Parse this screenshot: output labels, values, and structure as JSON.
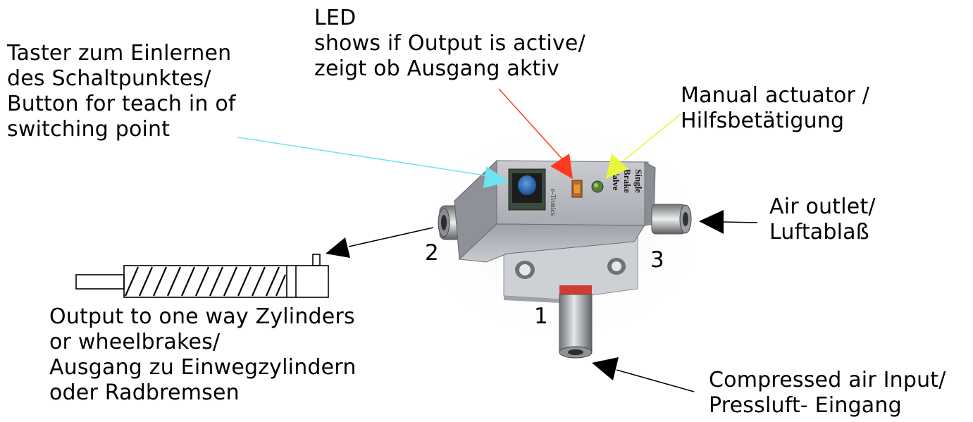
{
  "labels": {
    "button": [
      "Taster zum Einlernen",
      "des Schaltpunktes/",
      "Button for teach in of",
      "switching point"
    ],
    "led": [
      "LED",
      "shows if Output is active/",
      "zeigt ob Ausgang aktiv"
    ],
    "manual": [
      "Manual actuator /",
      "Hilfsbetätigung"
    ],
    "air_outlet": [
      "Air outlet/",
      "Luftablaß"
    ],
    "output": [
      "Output to one way Zylinders",
      "or wheelbrakes/",
      "Ausgang zu Einwegzylindern",
      "oder Radbremsen"
    ],
    "compressed": [
      "Compressed air Input/",
      "Pressluft- Eingang"
    ]
  },
  "port_numbers": {
    "port1": "1",
    "port2": "2",
    "port3": "3"
  },
  "device_print": [
    "Single",
    "Brake",
    "Valve"
  ],
  "board_print": "e-Tronics",
  "colors": {
    "button_arrow": "#6fe3ef",
    "led_arrow": "#ff3a1e",
    "manual_arrow": "#e8f53a",
    "black_arrow": "#000000",
    "housing": "#b9bcc1",
    "button_cap": "#2f6fc0"
  }
}
